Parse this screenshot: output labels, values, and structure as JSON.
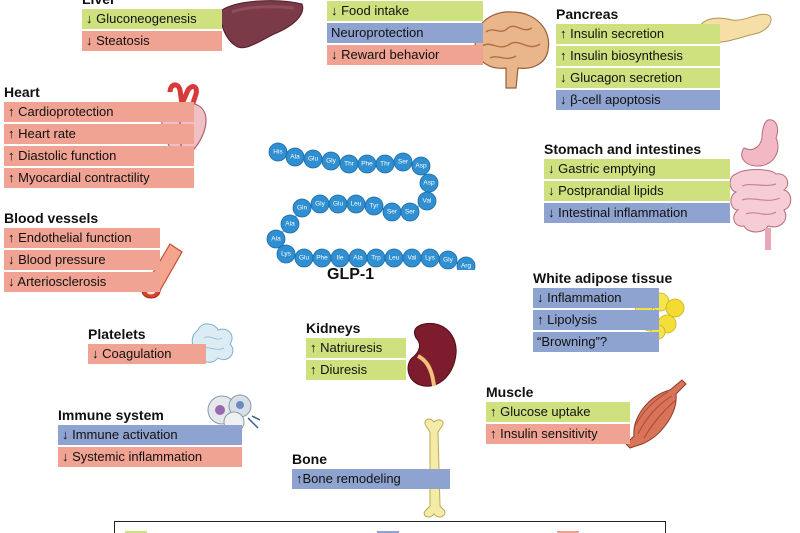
{
  "colors": {
    "green": "#cfe07f",
    "blue": "#8fa3d0",
    "red": "#f0a293",
    "bead": "#2f8fd0"
  },
  "peptide": {
    "label": "GLP-1",
    "residues": [
      "His",
      "Ala",
      "Glu",
      "Gly",
      "Thr",
      "Phe",
      "Thr",
      "Ser",
      "Asp",
      "Asp",
      "Val",
      "Ser",
      "Ser",
      "Tyr",
      "Leu",
      "Glu",
      "Gly",
      "Gln",
      "Ala",
      "Ala",
      "Lys",
      "Glu",
      "Phe",
      "Ile",
      "Ala",
      "Trp",
      "Leu",
      "Val",
      "Lys",
      "Gly",
      "Arg"
    ]
  },
  "groups": {
    "liver": {
      "title": "Liver",
      "items": [
        {
          "text": "↓ Gluconeogenesis",
          "color": "green"
        },
        {
          "text": "↓  Steatosis",
          "color": "red"
        }
      ]
    },
    "brain": {
      "title": "",
      "items": [
        {
          "text": "↓ Food intake",
          "color": "green"
        },
        {
          "text": "Neuroprotection",
          "color": "blue"
        },
        {
          "text": "↓ Reward behavior",
          "color": "red"
        }
      ]
    },
    "pancreas": {
      "title": "Pancreas",
      "items": [
        {
          "text": "↑ Insulin secretion",
          "color": "green"
        },
        {
          "text": "↑ Insulin biosynthesis",
          "color": "green"
        },
        {
          "text": "↓ Glucagon secretion",
          "color": "green"
        },
        {
          "text": "↓ β-cell apoptosis",
          "color": "blue"
        }
      ]
    },
    "heart": {
      "title": "Heart",
      "items": [
        {
          "text": "↑ Cardioprotection",
          "color": "red"
        },
        {
          "text": "↑ Heart rate",
          "color": "red"
        },
        {
          "text": "↑ Diastolic function",
          "color": "red"
        },
        {
          "text": "↑ Myocardial contractility",
          "color": "red"
        }
      ]
    },
    "stomach": {
      "title": "Stomach and intestines",
      "items": [
        {
          "text": "↓ Gastric emptying",
          "color": "green"
        },
        {
          "text": "↓ Postprandial lipids",
          "color": "green"
        },
        {
          "text": "↓ Intestinal inflammation",
          "color": "blue"
        }
      ]
    },
    "vessels": {
      "title": "Blood vessels",
      "items": [
        {
          "text": "↑ Endothelial function",
          "color": "red"
        },
        {
          "text": "↓ Blood pressure",
          "color": "red"
        },
        {
          "text": "↓ Arteriosclerosis",
          "color": "red"
        }
      ]
    },
    "adipose": {
      "title": "White adipose tissue",
      "items": [
        {
          "text": "↓ Inflammation",
          "color": "blue"
        },
        {
          "text": "↑ Lipolysis",
          "color": "blue"
        },
        {
          "text": "“Browning”?",
          "color": "blue"
        }
      ]
    },
    "platelets": {
      "title": "Platelets",
      "items": [
        {
          "text": "↓ Coagulation",
          "color": "red"
        }
      ]
    },
    "kidneys": {
      "title": "Kidneys",
      "items": [
        {
          "text": "↑ Natriuresis",
          "color": "green"
        },
        {
          "text": "↑ Diuresis",
          "color": "green"
        }
      ]
    },
    "muscle": {
      "title": "Muscle",
      "items": [
        {
          "text": "↑ Glucose uptake",
          "color": "green"
        },
        {
          "text": "↑ Insulin sensitivity",
          "color": "red"
        }
      ]
    },
    "immune": {
      "title": "Immune system",
      "items": [
        {
          "text": "↓ Immune activation",
          "color": "blue"
        },
        {
          "text": "↓ Systemic inflammation",
          "color": "red"
        }
      ]
    },
    "bone": {
      "title": "Bone",
      "items": [
        {
          "text": "↑Bone remodeling",
          "color": "blue"
        }
      ]
    }
  }
}
